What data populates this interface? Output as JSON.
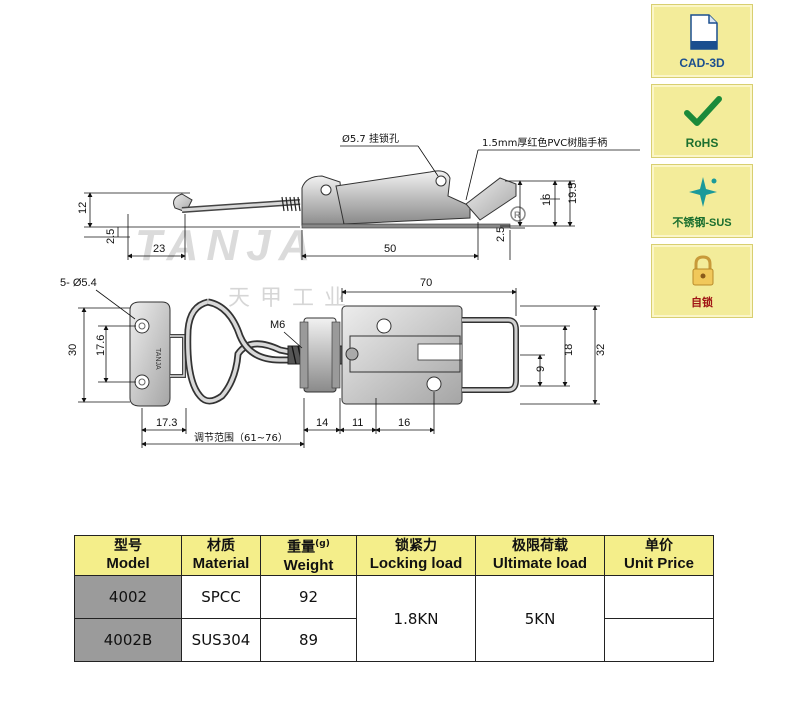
{
  "drawing": {
    "top_dims": {
      "d_12": "12",
      "d_2_5_left": "2.5",
      "d_23": "23",
      "d_50": "50",
      "d_2_5_right": "2.5",
      "d_16": "16",
      "d_19_5": "19.5"
    },
    "callouts": {
      "lock_hole": "Ø5.7 挂锁孔",
      "handle": "1.5mm厚红色PVC树脂手柄"
    },
    "bottom_dims": {
      "mount_holes": "5- Ø5.4",
      "d_70": "70",
      "thread": "M6",
      "d_30": "30",
      "d_17_6": "17.6",
      "d_18": "18",
      "d_32": "32",
      "d_9": "9",
      "d_17_3": "17.3",
      "d_14": "14",
      "d_11": "11",
      "d_16b": "16",
      "adjust_range": "调节范围（61~76）"
    },
    "watermark": {
      "brand": "TANJA",
      "cn": "天甲工业",
      "stamp": "TANJA"
    }
  },
  "badges": [
    {
      "label": "CAD-3D",
      "icon": "document-icon"
    },
    {
      "label": "RoHS",
      "icon": "checkmark-icon"
    },
    {
      "label": "不锈钢-SUS",
      "icon": "sparkle-icon"
    },
    {
      "label": "自锁",
      "icon": "padlock-icon"
    }
  ],
  "table": {
    "headers": [
      {
        "cn": "型号",
        "en": "Model"
      },
      {
        "cn": "材质",
        "en": "Material"
      },
      {
        "cn": "重量",
        "en": "Weight",
        "unit": "(g)"
      },
      {
        "cn": "锁紧力",
        "en": "Locking load"
      },
      {
        "cn": "极限荷载",
        "en": "Ultimate load"
      },
      {
        "cn": "单价",
        "en": "Unit Price"
      }
    ],
    "rows": [
      {
        "model": "4002",
        "material": "SPCC",
        "weight": "92"
      },
      {
        "model": "4002B",
        "material": "SUS304",
        "weight": "89"
      }
    ],
    "locking_load": "1.8KN",
    "ultimate_load": "5KN"
  },
  "colors": {
    "header_bg": "#f4ee8a",
    "model_cell_bg": "#9b9b9b",
    "badge_bg": "#f3ec9a",
    "cad_blue": "#1b4f8f",
    "rohs_green": "#1b6f2f",
    "lock_red": "#a01515"
  }
}
